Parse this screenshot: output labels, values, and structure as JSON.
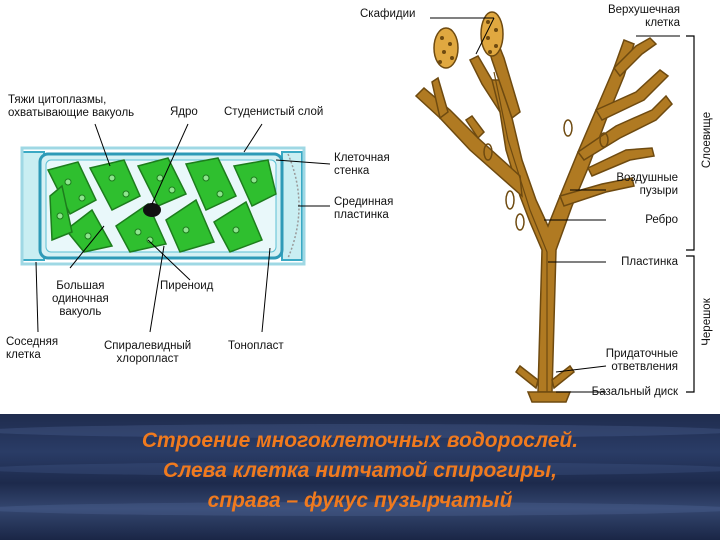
{
  "spirogyra_labels": {
    "cytoplasm_strands": "Тяжи цитоплазмы,\nохватывающие вакуоль",
    "nucleus": "Ядро",
    "mucilage_layer": "Студенистый слой",
    "cell_wall": "Клеточная\nстенка",
    "middle_lamella": "Срединная\nпластинка",
    "large_vacuole": "Большая\nодиночная\nвакуоль",
    "pyrenoid": "Пиреноид",
    "neighbor_cell": "Соседняя\nклетка",
    "spiral_chloroplast": "Спиралевидный\nхлоропласт",
    "tonoplast": "Тонопласт"
  },
  "fucus_labels": {
    "scaphidia": "Скафидии",
    "apical_cell": "Верхушечная\nклетка",
    "air_bladders": "Воздушные\nпузыри",
    "midrib": "Ребро",
    "blade": "Пластинка",
    "appendages": "Придаточные\nответвления",
    "basal_disc": "Базальный диск",
    "thallus_bracket": "Слоевище",
    "stalk_bracket": "Черешок"
  },
  "caption": {
    "line1": "Строение многоклеточных водорослей.",
    "line2": "Слева клетка нитчатой спирогиры,",
    "line3": "справа – фукус пузырчатый"
  },
  "colors": {
    "caption_text": "#f07a1e",
    "chloroplast": "#2fbf2f",
    "thallus": "#b07a22",
    "banner": "#24345a"
  }
}
